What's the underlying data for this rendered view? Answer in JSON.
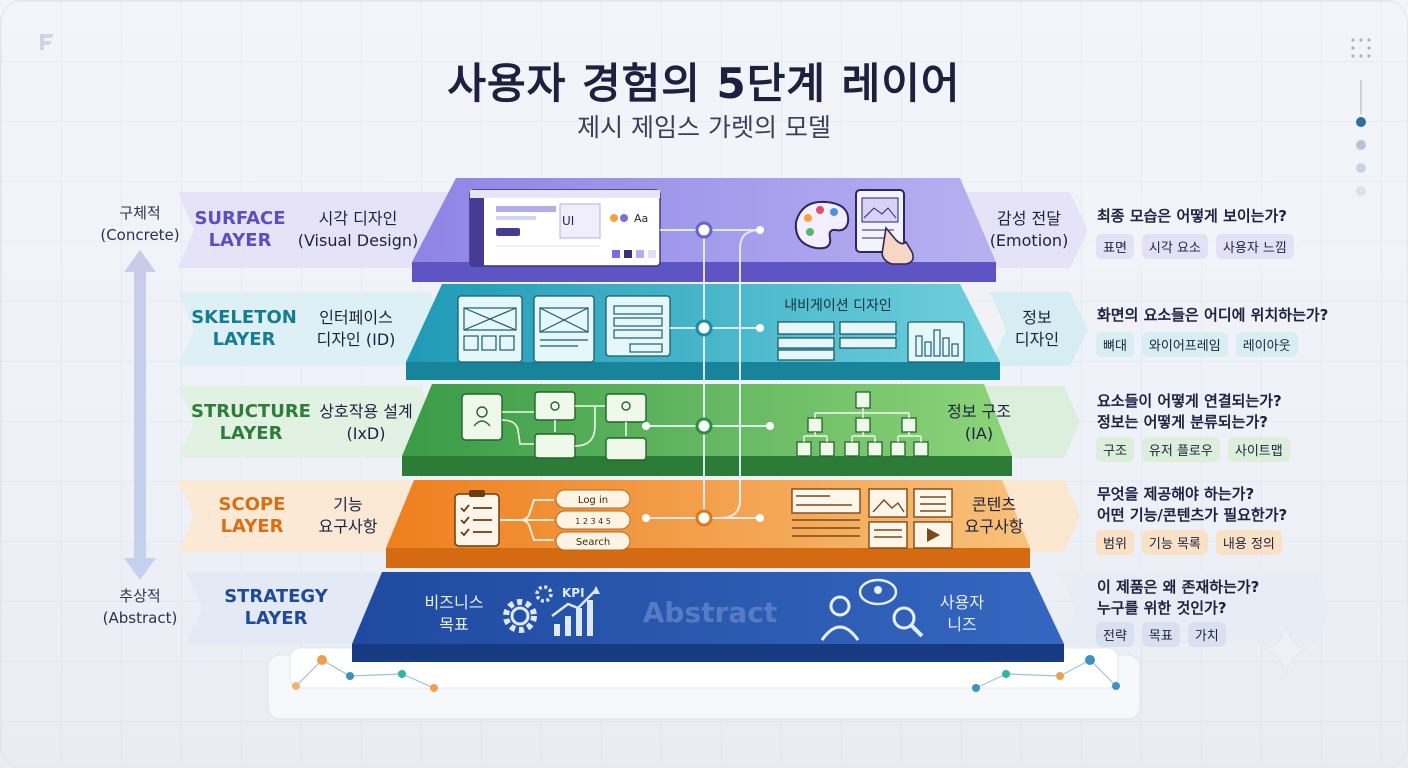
{
  "header": {
    "title": "사용자 경험의 5단계 레이어",
    "subtitle": "제시 제임스 가렛의 모델"
  },
  "axis": {
    "top_line1": "구체적",
    "top_line2": "(Concrete)",
    "bottom_line1": "추상적",
    "bottom_line2": "(Abstract)"
  },
  "colors": {
    "surface": "#7b6fd9",
    "skeleton": "#2aa6c0",
    "structure": "#3fa34e",
    "scope": "#f08a24",
    "strategy": "#2351a3"
  },
  "layers": [
    {
      "key": "surface",
      "name_line1": "SURFACE",
      "name_line2": "LAYER",
      "left_line1": "시각 디자인",
      "left_line2": "(Visual Design)",
      "right_line1": "감성 전달",
      "right_line2": "(Emotion)",
      "question_line1": "최종 모습은 어떻게 보이는가?",
      "question_line2": "",
      "tags": [
        "표면",
        "시각 요소",
        "사용자 느낌"
      ],
      "mock_ui_label": "UI",
      "mock_aa_label": "Aa"
    },
    {
      "key": "skeleton",
      "name_line1": "SKELETON",
      "name_line2": "LAYER",
      "left_line1": "인터페이스",
      "left_line2": "디자인 (ID)",
      "right_line1": "정보",
      "right_line2": "디자인",
      "question_line1": "화면의 요소들은 어디에 위치하는가?",
      "question_line2": "",
      "tags": [
        "뼈대",
        "와이어프레임",
        "레이아웃"
      ],
      "nav_label": "내비게이션 디자인"
    },
    {
      "key": "structure",
      "name_line1": "STRUCTURE",
      "name_line2": "LAYER",
      "left_line1": "상호작용 설계",
      "left_line2": "(IxD)",
      "right_line1": "정보 구조",
      "right_line2": "(IA)",
      "question_line1": "요소들이 어떻게 연결되는가?",
      "question_line2": "정보는 어떻게 분류되는가?",
      "tags": [
        "구조",
        "유저 플로우",
        "사이트맵"
      ]
    },
    {
      "key": "scope",
      "name_line1": "SCOPE",
      "name_line2": "LAYER",
      "left_line1": "기능",
      "left_line2": "요구사항",
      "right_line1": "콘텐츠",
      "right_line2": "요구사항",
      "question_line1": "무엇을 제공해야 하는가?",
      "question_line2": "어떤 기능/콘텐츠가 필요한가?",
      "tags": [
        "범위",
        "기능 목록",
        "내용 정의"
      ],
      "login_label": "Log in",
      "steps_label": "1 2 3 4 5",
      "search_label": "Search"
    },
    {
      "key": "strategy",
      "name_line1": "STRATEGY",
      "name_line2": "LAYER",
      "left_line1": "비즈니스",
      "left_line2": "목표",
      "right_line1": "사용자",
      "right_line2": "니즈",
      "question_line1": "이 제품은 왜 존재하는가?",
      "question_line2": "누구를 위한 것인가?",
      "tags": [
        "전략",
        "목표",
        "가치"
      ],
      "kpi_label": "KPI",
      "watermark": "Abstract"
    }
  ]
}
